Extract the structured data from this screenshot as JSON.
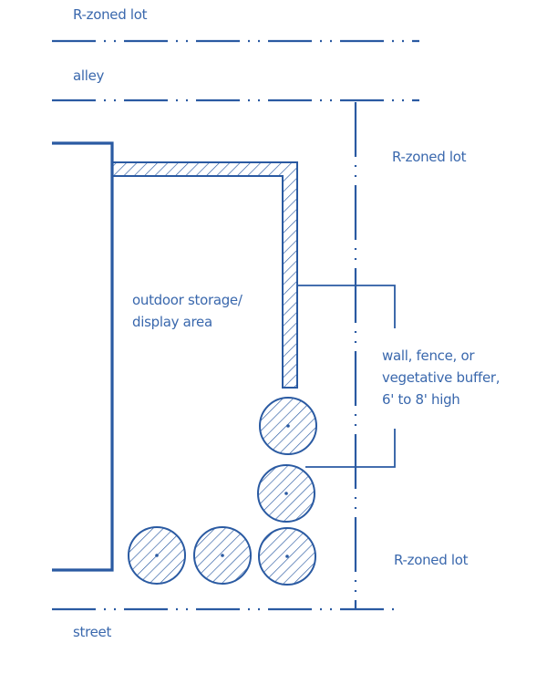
{
  "colors": {
    "ink": "#2a5aa2",
    "text": "#3a68ad"
  },
  "labels": {
    "top_lot": "R-zoned lot",
    "alley": "alley",
    "right_lot_upper": "R-zoned lot",
    "storage_line1": "outdoor storage/",
    "storage_line2": "display area",
    "buffer_line1": "wall, fence, or",
    "buffer_line2": "vegetative buffer,",
    "buffer_line3": "6' to 8' high",
    "right_lot_lower": "R-zoned lot",
    "street": "street"
  }
}
